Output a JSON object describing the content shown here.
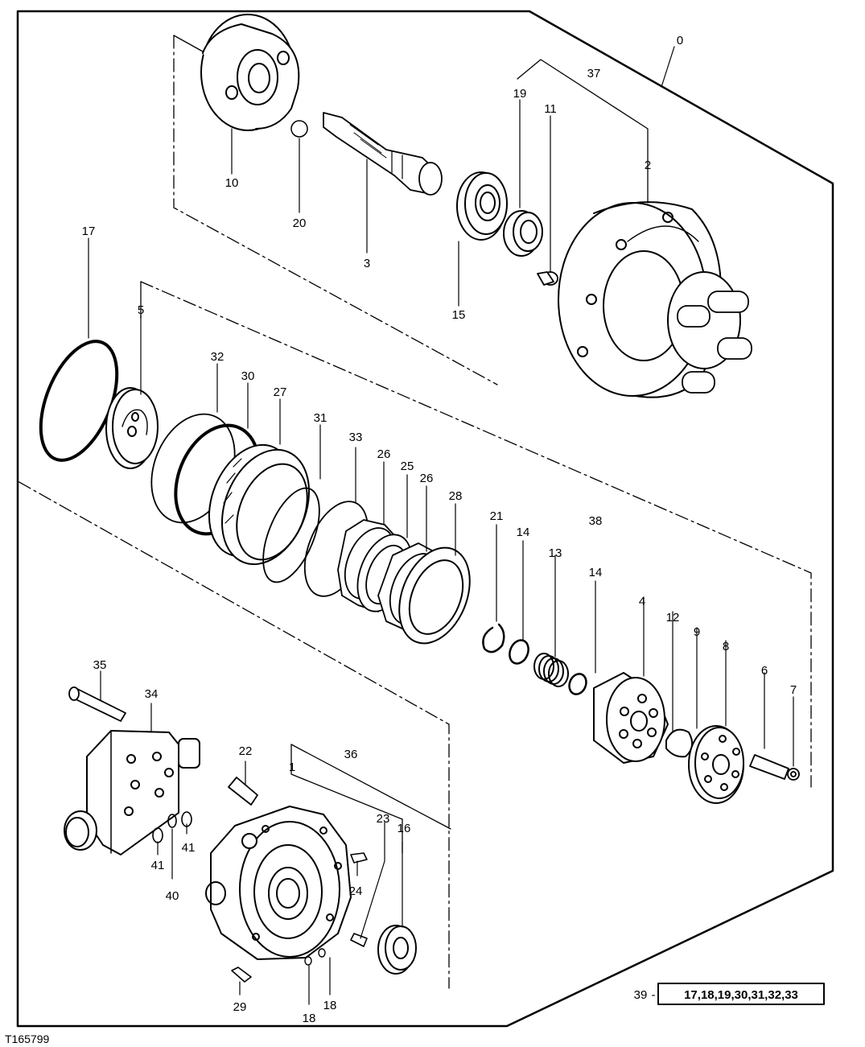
{
  "figure_id": "T165799",
  "kit": {
    "number": "39",
    "contents": "17,18,19,30,31,32,33"
  },
  "callouts": [
    {
      "id": "c0",
      "label": "0"
    },
    {
      "id": "c37",
      "label": "37"
    },
    {
      "id": "c19",
      "label": "19"
    },
    {
      "id": "c11",
      "label": "11"
    },
    {
      "id": "c2",
      "label": "2"
    },
    {
      "id": "c10",
      "label": "10"
    },
    {
      "id": "c20",
      "label": "20"
    },
    {
      "id": "c3",
      "label": "3"
    },
    {
      "id": "c15",
      "label": "15"
    },
    {
      "id": "c17",
      "label": "17"
    },
    {
      "id": "c5",
      "label": "5"
    },
    {
      "id": "c32",
      "label": "32"
    },
    {
      "id": "c30",
      "label": "30"
    },
    {
      "id": "c27",
      "label": "27"
    },
    {
      "id": "c31",
      "label": "31"
    },
    {
      "id": "c33",
      "label": "33"
    },
    {
      "id": "c26a",
      "label": "26"
    },
    {
      "id": "c25",
      "label": "25"
    },
    {
      "id": "c26b",
      "label": "26"
    },
    {
      "id": "c28",
      "label": "28"
    },
    {
      "id": "c21",
      "label": "21"
    },
    {
      "id": "c14a",
      "label": "14"
    },
    {
      "id": "c13",
      "label": "13"
    },
    {
      "id": "c38",
      "label": "38"
    },
    {
      "id": "c14b",
      "label": "14"
    },
    {
      "id": "c4",
      "label": "4"
    },
    {
      "id": "c12",
      "label": "12"
    },
    {
      "id": "c9",
      "label": "9"
    },
    {
      "id": "c8",
      "label": "8"
    },
    {
      "id": "c6",
      "label": "6"
    },
    {
      "id": "c7",
      "label": "7"
    },
    {
      "id": "c35",
      "label": "35"
    },
    {
      "id": "c34",
      "label": "34"
    },
    {
      "id": "c22",
      "label": "22"
    },
    {
      "id": "c1",
      "label": "1"
    },
    {
      "id": "c36",
      "label": "36"
    },
    {
      "id": "c23",
      "label": "23"
    },
    {
      "id": "c16",
      "label": "16"
    },
    {
      "id": "c41a",
      "label": "41"
    },
    {
      "id": "c41b",
      "label": "41"
    },
    {
      "id": "c40",
      "label": "40"
    },
    {
      "id": "c24",
      "label": "24"
    },
    {
      "id": "c29",
      "label": "29"
    },
    {
      "id": "c18a",
      "label": "18"
    },
    {
      "id": "c18b",
      "label": "18"
    }
  ]
}
